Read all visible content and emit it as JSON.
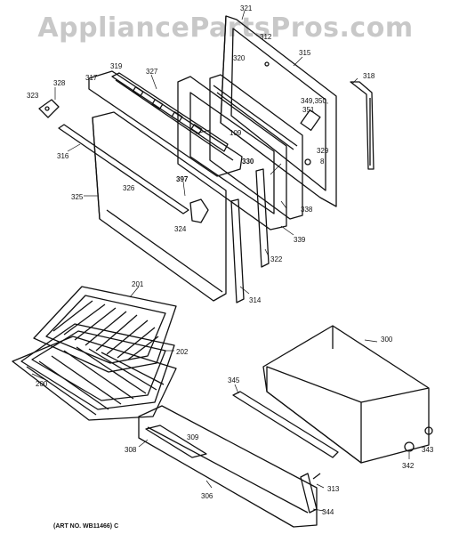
{
  "watermark": "AppliancePartsPros.com",
  "art_number": "(ART NO. WB11466) C",
  "callouts": {
    "c321": "321",
    "c312": "312",
    "c315": "315",
    "c318": "318",
    "c320": "320",
    "c319": "319",
    "c327": "327",
    "c317": "317",
    "c328": "328",
    "c323": "323",
    "c109": "109",
    "c349": "349,350,",
    "c351": "351",
    "c329": "329",
    "c8": "8",
    "c330": "330",
    "c397": "397",
    "c316": "316",
    "c326": "326",
    "c325": "325",
    "c338": "338",
    "c324": "324",
    "c339": "339",
    "c322": "322",
    "c314": "314",
    "c201": "201",
    "c202": "202",
    "c200": "200",
    "c300": "300",
    "c345": "345",
    "c308": "308",
    "c309": "309",
    "c306": "306",
    "c313": "313",
    "c344": "344",
    "c342": "342",
    "c343": "343"
  }
}
